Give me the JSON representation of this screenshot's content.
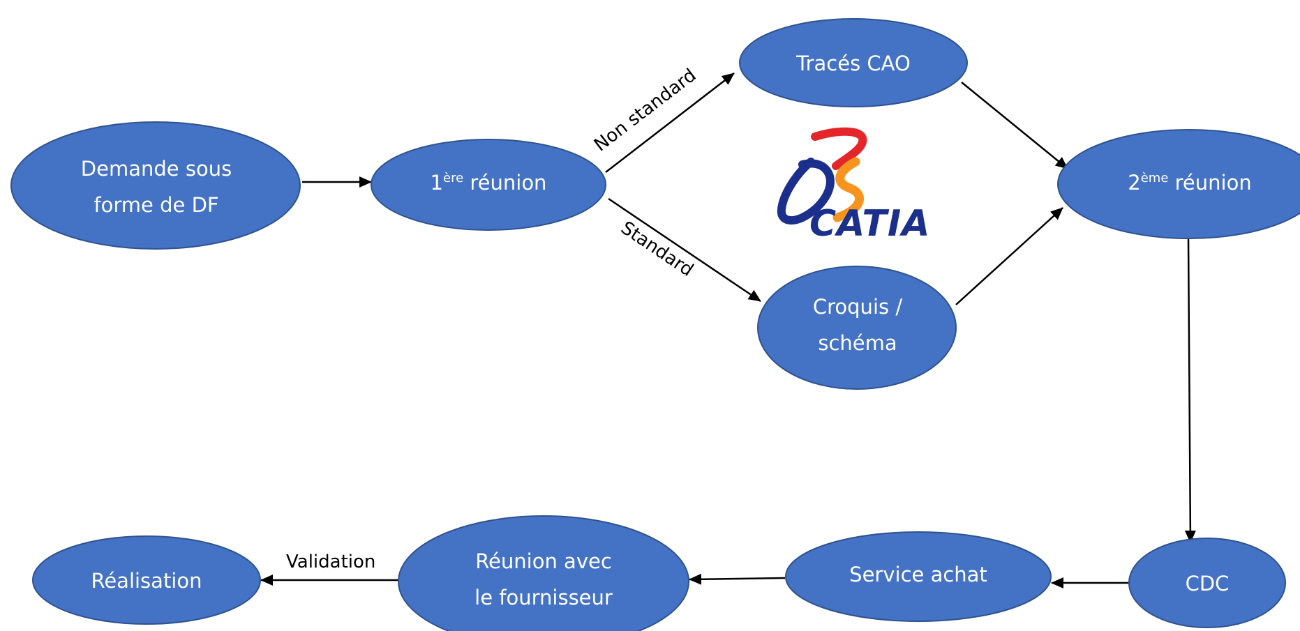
{
  "diagram": {
    "nodes": {
      "demande": {
        "line1": "Demande sous",
        "line2": "forme de DF"
      },
      "reunion1": {
        "prefix": "1",
        "sup": "ère",
        "suffix": " réunion"
      },
      "traces": {
        "label": "Tracés CAO"
      },
      "croquis": {
        "line1": "Croquis /",
        "line2": "schéma"
      },
      "reunion2": {
        "prefix": "2",
        "sup": "ème",
        "suffix": " réunion"
      },
      "cdc": {
        "label": "CDC"
      },
      "achat": {
        "label": "Service achat"
      },
      "fournisseur": {
        "line1": "Réunion avec",
        "line2": "le fournisseur"
      },
      "realisation": {
        "label": "Réalisation"
      }
    },
    "edge_labels": {
      "non_standard": "Non standard",
      "standard": "Standard",
      "validation": "Validation"
    },
    "logo": {
      "text": "CATIA",
      "colors": {
        "d": "#1B2F8C",
        "s_top": "#E4262A",
        "s_bottom": "#F7941D"
      }
    },
    "colors": {
      "node_fill": "#4472C4",
      "node_stroke": "#2F528F",
      "edge": "#000000"
    }
  }
}
